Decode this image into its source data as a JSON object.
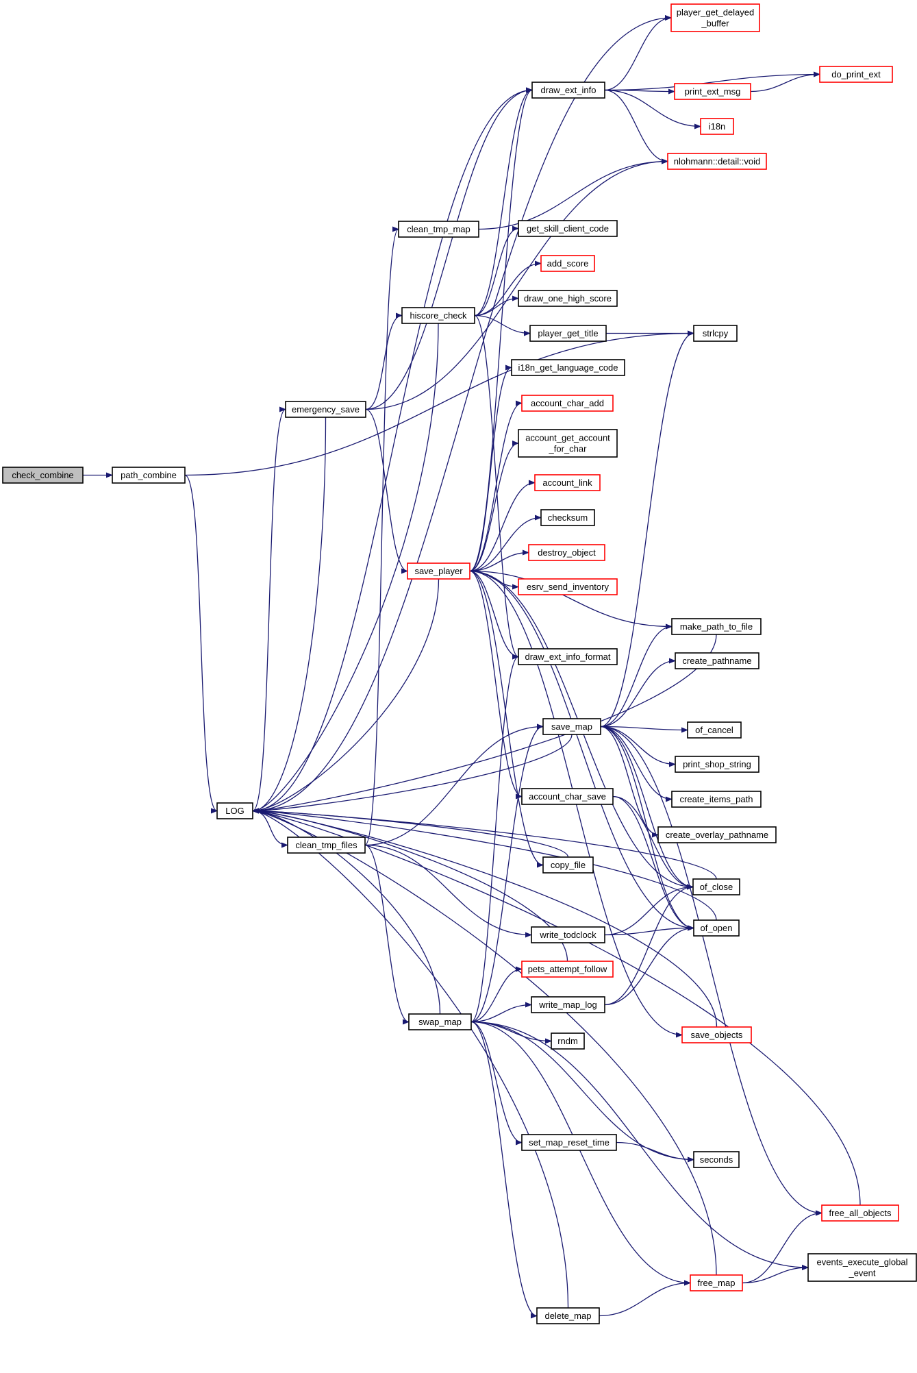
{
  "graph": {
    "colors": {
      "edge": "#191970",
      "node_border": "#000000",
      "node_border_truncated": "#ff0000",
      "root_fill": "#bfbfbf",
      "fill": "#ffffff"
    },
    "nodes": [
      {
        "id": "check_combine",
        "label": "check_combine",
        "root": true
      },
      {
        "id": "path_combine",
        "label": "path_combine"
      },
      {
        "id": "LOG",
        "label": "LOG"
      },
      {
        "id": "player_get_delayed_buffer",
        "label": "player_get_delayed\n_buffer",
        "truncated": true
      },
      {
        "id": "do_print_ext",
        "label": "do_print_ext",
        "truncated": true
      },
      {
        "id": "draw_ext_info",
        "label": "draw_ext_info"
      },
      {
        "id": "print_ext_msg",
        "label": "print_ext_msg",
        "truncated": true
      },
      {
        "id": "i18n",
        "label": "i18n",
        "truncated": true
      },
      {
        "id": "nlohmann_void",
        "label": "nlohmann::detail::void",
        "truncated": true
      },
      {
        "id": "clean_tmp_map",
        "label": "clean_tmp_map"
      },
      {
        "id": "get_skill_client_code",
        "label": "get_skill_client_code"
      },
      {
        "id": "add_score",
        "label": "add_score",
        "truncated": true
      },
      {
        "id": "hiscore_check",
        "label": "hiscore_check"
      },
      {
        "id": "draw_one_high_score",
        "label": "draw_one_high_score"
      },
      {
        "id": "player_get_title",
        "label": "player_get_title"
      },
      {
        "id": "strlcpy",
        "label": "strlcpy"
      },
      {
        "id": "i18n_get_language_code",
        "label": "i18n_get_language_code"
      },
      {
        "id": "emergency_save",
        "label": "emergency_save"
      },
      {
        "id": "account_char_add",
        "label": "account_char_add",
        "truncated": true
      },
      {
        "id": "account_get_account_for_char",
        "label": "account_get_account\n_for_char"
      },
      {
        "id": "account_link",
        "label": "account_link",
        "truncated": true
      },
      {
        "id": "checksum",
        "label": "checksum"
      },
      {
        "id": "save_player",
        "label": "save_player",
        "truncated": true
      },
      {
        "id": "destroy_object",
        "label": "destroy_object",
        "truncated": true
      },
      {
        "id": "esrv_send_inventory",
        "label": "esrv_send_inventory",
        "truncated": true
      },
      {
        "id": "make_path_to_file",
        "label": "make_path_to_file"
      },
      {
        "id": "draw_ext_info_format",
        "label": "draw_ext_info_format"
      },
      {
        "id": "create_pathname",
        "label": "create_pathname"
      },
      {
        "id": "save_map",
        "label": "save_map"
      },
      {
        "id": "of_cancel",
        "label": "of_cancel"
      },
      {
        "id": "print_shop_string",
        "label": "print_shop_string"
      },
      {
        "id": "account_char_save",
        "label": "account_char_save"
      },
      {
        "id": "create_items_path",
        "label": "create_items_path"
      },
      {
        "id": "clean_tmp_files",
        "label": "clean_tmp_files"
      },
      {
        "id": "create_overlay_pathname",
        "label": "create_overlay_pathname"
      },
      {
        "id": "copy_file",
        "label": "copy_file"
      },
      {
        "id": "of_close",
        "label": "of_close"
      },
      {
        "id": "write_todclock",
        "label": "write_todclock"
      },
      {
        "id": "of_open",
        "label": "of_open"
      },
      {
        "id": "pets_attempt_follow",
        "label": "pets_attempt_follow",
        "truncated": true
      },
      {
        "id": "write_map_log",
        "label": "write_map_log"
      },
      {
        "id": "swap_map",
        "label": "swap_map"
      },
      {
        "id": "rndm",
        "label": "rndm"
      },
      {
        "id": "save_objects",
        "label": "save_objects",
        "truncated": true
      },
      {
        "id": "set_map_reset_time",
        "label": "set_map_reset_time"
      },
      {
        "id": "seconds",
        "label": "seconds"
      },
      {
        "id": "free_all_objects",
        "label": "free_all_objects",
        "truncated": true
      },
      {
        "id": "events_execute_global_event",
        "label": "events_execute_global\n_event"
      },
      {
        "id": "free_map",
        "label": "free_map",
        "truncated": true
      },
      {
        "id": "delete_map",
        "label": "delete_map"
      }
    ],
    "edges": [
      [
        "check_combine",
        "path_combine"
      ],
      [
        "path_combine",
        "LOG"
      ],
      [
        "path_combine",
        "strlcpy"
      ],
      [
        "LOG",
        "draw_ext_info"
      ],
      [
        "LOG",
        "emergency_save"
      ],
      [
        "LOG",
        "clean_tmp_files"
      ],
      [
        "LOG",
        "player_get_delayed_buffer"
      ],
      [
        "draw_ext_info",
        "player_get_delayed_buffer"
      ],
      [
        "draw_ext_info",
        "do_print_ext"
      ],
      [
        "draw_ext_info",
        "print_ext_msg"
      ],
      [
        "draw_ext_info",
        "i18n"
      ],
      [
        "draw_ext_info",
        "nlohmann_void"
      ],
      [
        "print_ext_msg",
        "do_print_ext"
      ],
      [
        "clean_tmp_map",
        "nlohmann_void"
      ],
      [
        "hiscore_check",
        "draw_ext_info"
      ],
      [
        "hiscore_check",
        "get_skill_client_code"
      ],
      [
        "hiscore_check",
        "add_score"
      ],
      [
        "hiscore_check",
        "draw_one_high_score"
      ],
      [
        "hiscore_check",
        "player_get_title"
      ],
      [
        "hiscore_check",
        "draw_ext_info_format"
      ],
      [
        "hiscore_check",
        "LOG"
      ],
      [
        "player_get_title",
        "strlcpy"
      ],
      [
        "emergency_save",
        "draw_ext_info"
      ],
      [
        "emergency_save",
        "nlohmann_void"
      ],
      [
        "emergency_save",
        "hiscore_check"
      ],
      [
        "emergency_save",
        "save_player"
      ],
      [
        "emergency_save",
        "LOG"
      ],
      [
        "save_player",
        "draw_ext_info"
      ],
      [
        "save_player",
        "i18n_get_language_code"
      ],
      [
        "save_player",
        "account_char_add"
      ],
      [
        "save_player",
        "account_get_account_for_char"
      ],
      [
        "save_player",
        "account_link"
      ],
      [
        "save_player",
        "checksum"
      ],
      [
        "save_player",
        "destroy_object"
      ],
      [
        "save_player",
        "esrv_send_inventory"
      ],
      [
        "save_player",
        "make_path_to_file"
      ],
      [
        "save_player",
        "draw_ext_info_format"
      ],
      [
        "save_player",
        "account_char_save"
      ],
      [
        "save_player",
        "copy_file"
      ],
      [
        "save_player",
        "of_close"
      ],
      [
        "save_player",
        "of_open"
      ],
      [
        "save_player",
        "save_objects"
      ],
      [
        "save_player",
        "LOG"
      ],
      [
        "save_map",
        "strlcpy"
      ],
      [
        "save_map",
        "make_path_to_file"
      ],
      [
        "save_map",
        "create_pathname"
      ],
      [
        "save_map",
        "of_cancel"
      ],
      [
        "save_map",
        "print_shop_string"
      ],
      [
        "save_map",
        "create_items_path"
      ],
      [
        "save_map",
        "create_overlay_pathname"
      ],
      [
        "save_map",
        "of_close"
      ],
      [
        "save_map",
        "of_open"
      ],
      [
        "save_map",
        "free_all_objects"
      ],
      [
        "save_map",
        "LOG"
      ],
      [
        "account_char_save",
        "of_close"
      ],
      [
        "account_char_save",
        "of_open"
      ],
      [
        "make_path_to_file",
        "LOG"
      ],
      [
        "clean_tmp_files",
        "clean_tmp_map"
      ],
      [
        "clean_tmp_files",
        "save_map"
      ],
      [
        "clean_tmp_files",
        "write_todclock"
      ],
      [
        "clean_tmp_files",
        "swap_map"
      ],
      [
        "copy_file",
        "LOG"
      ],
      [
        "of_close",
        "LOG"
      ],
      [
        "write_todclock",
        "of_close"
      ],
      [
        "write_todclock",
        "of_open"
      ],
      [
        "of_open",
        "LOG"
      ],
      [
        "pets_attempt_follow",
        "LOG"
      ],
      [
        "write_map_log",
        "of_close"
      ],
      [
        "write_map_log",
        "of_open"
      ],
      [
        "swap_map",
        "draw_ext_info_format"
      ],
      [
        "swap_map",
        "save_map"
      ],
      [
        "swap_map",
        "pets_attempt_follow"
      ],
      [
        "swap_map",
        "write_map_log"
      ],
      [
        "swap_map",
        "rndm"
      ],
      [
        "swap_map",
        "set_map_reset_time"
      ],
      [
        "swap_map",
        "seconds"
      ],
      [
        "swap_map",
        "events_execute_global_event"
      ],
      [
        "swap_map",
        "free_map"
      ],
      [
        "swap_map",
        "delete_map"
      ],
      [
        "swap_map",
        "LOG"
      ],
      [
        "save_objects",
        "LOG"
      ],
      [
        "set_map_reset_time",
        "seconds"
      ],
      [
        "free_all_objects",
        "LOG"
      ],
      [
        "free_map",
        "free_all_objects"
      ],
      [
        "free_map",
        "events_execute_global_event"
      ],
      [
        "free_map",
        "LOG"
      ],
      [
        "delete_map",
        "free_map"
      ],
      [
        "delete_map",
        "LOG"
      ]
    ]
  }
}
